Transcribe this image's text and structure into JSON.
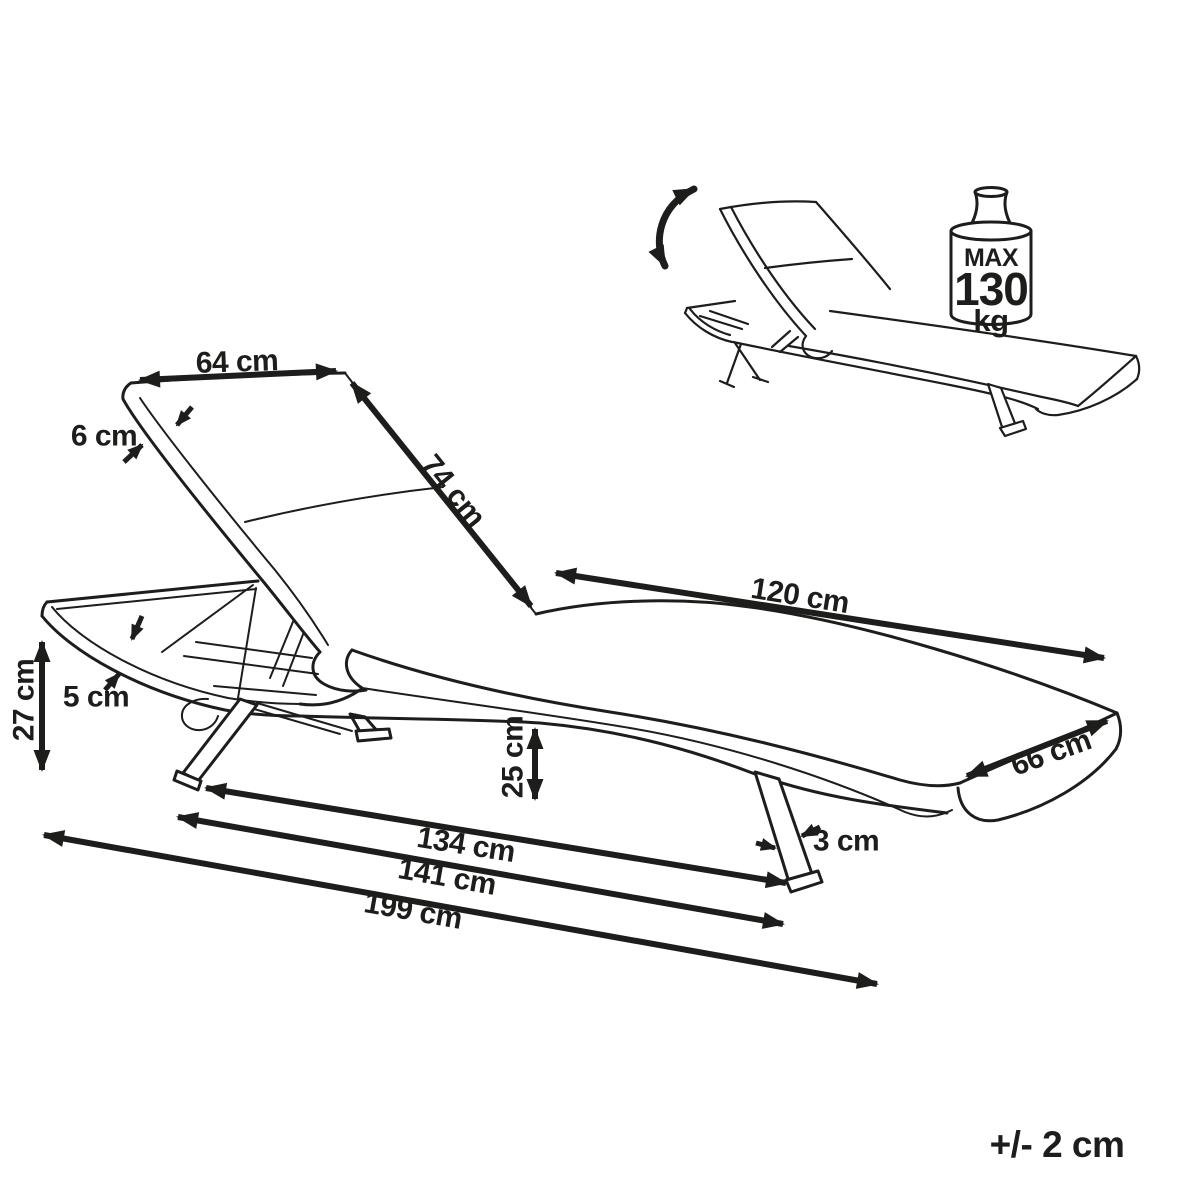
{
  "diagram": {
    "subject": "adjustable sun lounger dimension drawing",
    "tolerance_label": "+/- 2 cm",
    "dimensions": {
      "backrest_width": "64 cm",
      "cushion_thickness": "6 cm",
      "backrest_length": "74 cm",
      "seat_length": "120 cm",
      "head_end_height": "27 cm",
      "frame_thickness": "5 cm",
      "seat_clearance": "25 cm",
      "foot_end_width": "66 cm",
      "leg_thickness": "3 cm",
      "leg_span_inner": "134 cm",
      "leg_span_outer": "141 cm",
      "total_length": "199 cm"
    },
    "weight_badge": {
      "line_max": "MAX",
      "line_value": "130",
      "line_unit": "kg"
    },
    "icons": {
      "recline": "recline-arrow-icon",
      "max_load": "weight-badge-icon"
    }
  }
}
